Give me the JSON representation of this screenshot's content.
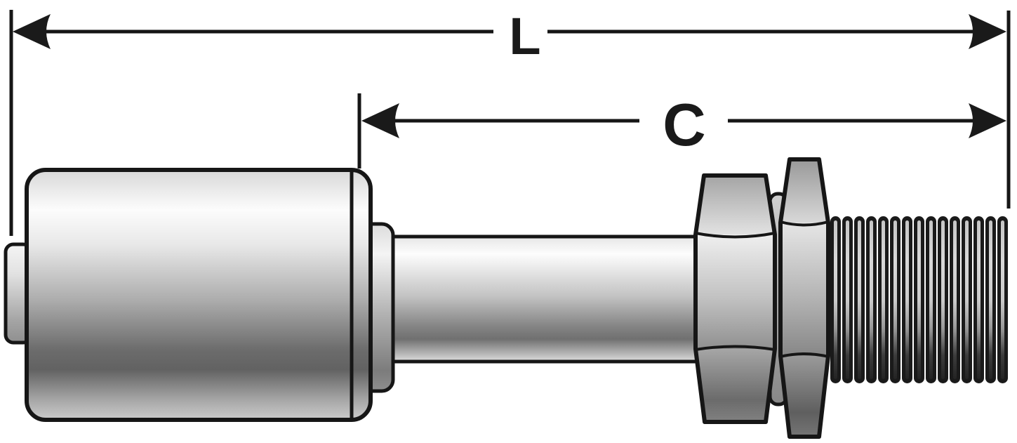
{
  "figure": {
    "kind": "hydraulic-fitting-dimension-drawing",
    "dimensions": {
      "l_label": "L",
      "c_label": "C"
    },
    "thread_count": 15
  },
  "colors": {
    "ink": "#161616",
    "background": "#ffffff",
    "metal_highlight": "#fdfdfd",
    "metal_shadow": "#5f5f5f",
    "thread_dark": "#1a1a1a"
  }
}
